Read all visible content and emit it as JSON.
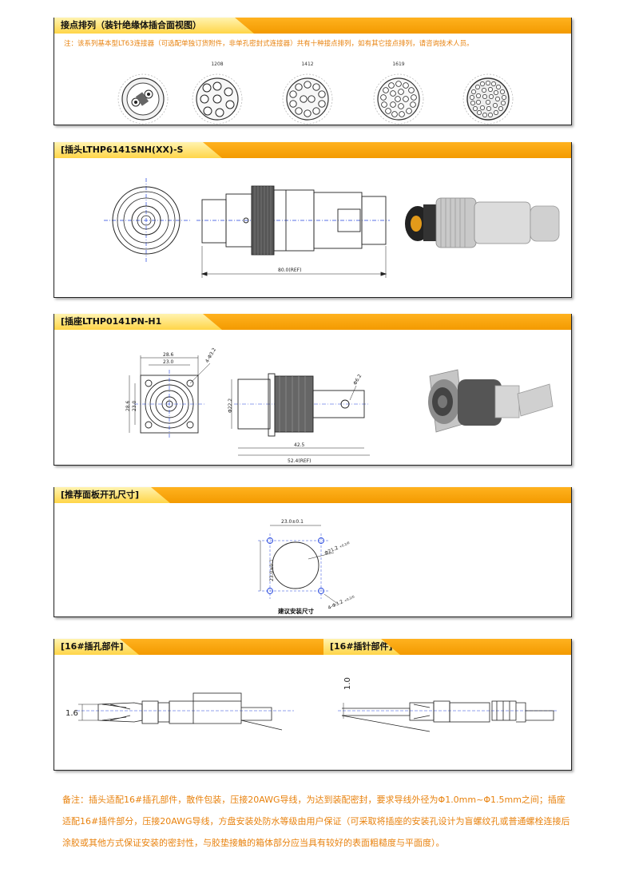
{
  "sections": {
    "pin_layout": {
      "title": "接点排列（装针绝缘体插合面视图）",
      "note": "注：该系列基本型LT63连接器（可选配单独订货附件，非单孔密封式连接器）共有十种接点排列，如有其它接点排列，请咨询技术人员。",
      "codes": [
        "1208",
        "1412",
        "1619"
      ]
    },
    "plug": {
      "title": "[插头LTHP6141SNH(XX)-S",
      "dim_length": "80.0(REF)"
    },
    "receptacle": {
      "title": "[插座LTHP0141PN-H1",
      "dim_outer": "28.6",
      "dim_inner": "23.0",
      "dim_hole": "4-Φ3.2",
      "dim_outer_v": "28.6",
      "dim_inner_v": "23.0",
      "dim_dia": "Φ22.2",
      "dim_hole2": "Φ6.2",
      "dim_len1": "42.5",
      "dim_len2": "52.4(REF)"
    },
    "panel_cutout": {
      "title": "[推荐面板开孔尺寸]",
      "dim_h": "23.0±0.1",
      "dim_v": "23.0±0.1",
      "dim_dia": "Φ21.2",
      "dim_dia_tol": "+0.2/0",
      "dim_holes": "4-Φ3.2",
      "dim_holes_tol": "+0.2/0",
      "caption": "建议安装尺寸"
    },
    "socket_contact": {
      "title": "[16#插孔部件]",
      "dim": "1.6"
    },
    "pin_contact": {
      "title": "[16#插针部件]",
      "dim": "1.0"
    }
  },
  "footer": {
    "note": "备注：插头适配16#插孔部件，散件包装，压接20AWG导线，为达到装配密封，要求导线外径为Φ1.0mm~Φ1.5mm之间；插座适配16#插件部分，压接20AWG导线，方盘安装处防水等级由用户保证（可采取将插座的安装孔设计为盲螺纹孔或普通螺栓连接后涂胶或其他方式保证安装的密封性，与胶垫接触的箱体部分应当具有较好的表面粗糙度与平面度）。"
  },
  "colors": {
    "accent": "#f39a00",
    "tab": "#ffd548",
    "note_text": "#e8820e",
    "centerline": "#2244dd"
  }
}
